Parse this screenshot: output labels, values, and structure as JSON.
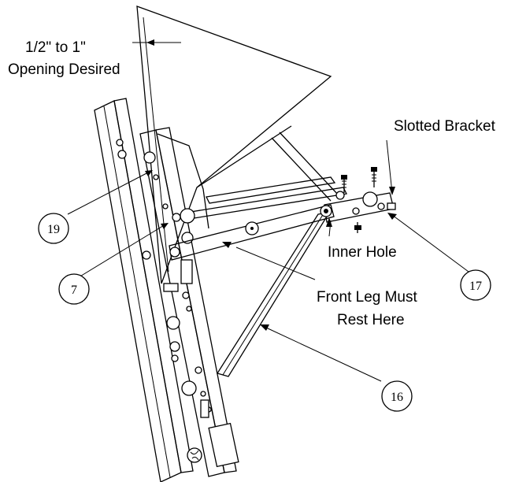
{
  "labels": {
    "opening_line1": "1/2\" to 1\"",
    "opening_line2": "Opening Desired",
    "slotted_bracket": "Slotted Bracket",
    "inner_hole": "Inner Hole",
    "front_leg_line1": "Front Leg Must",
    "front_leg_line2": "Rest Here"
  },
  "callouts": {
    "c19": "19",
    "c7": "7",
    "c17": "17",
    "c16": "16"
  }
}
